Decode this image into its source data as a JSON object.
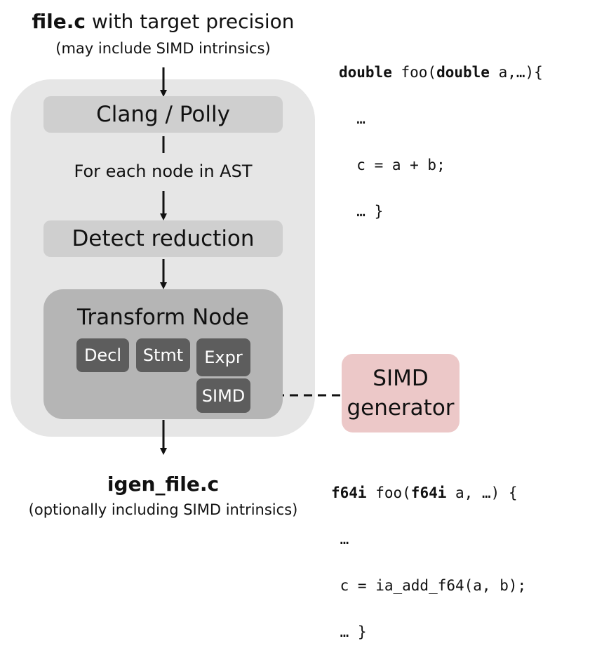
{
  "input": {
    "filename": "file.c",
    "title_rest": " with target precision",
    "subtitle": "(may include SIMD intrinsics)"
  },
  "pipeline": {
    "stage1": "Clang / Polly",
    "loop_label": "For each node in AST",
    "stage2": "Detect reduction",
    "transform": {
      "title": "Transform Node",
      "chips": [
        "Decl",
        "Stmt",
        "Expr",
        "SIMD"
      ]
    }
  },
  "simd_generator": {
    "line1": "SIMD",
    "line2": "generator"
  },
  "output": {
    "filename": "igen_file.c",
    "subtitle": "(optionally including SIMD intrinsics)"
  },
  "code_input": {
    "line1_kw1": "double",
    "line1_mid": " foo(",
    "line1_kw2": "double",
    "line1_rest": " a,…){",
    "line2": "  …",
    "line3": "  c = a + b;",
    "line4": "  … }"
  },
  "code_output": {
    "line1_kw1": "f64i",
    "line1_mid": " foo(",
    "line1_kw2": "f64i",
    "line1_rest": " a, …) {",
    "line2": " …",
    "line3": " c = ia_add_f64(a, b);",
    "line4": " … }"
  },
  "colors": {
    "pipeline_bg": "#e6e6e6",
    "stage_bg": "#cfcfcf",
    "transform_bg": "#b5b5b5",
    "chip_bg": "#5d5d5d",
    "simd_gen_bg": "#ecc8c8"
  }
}
